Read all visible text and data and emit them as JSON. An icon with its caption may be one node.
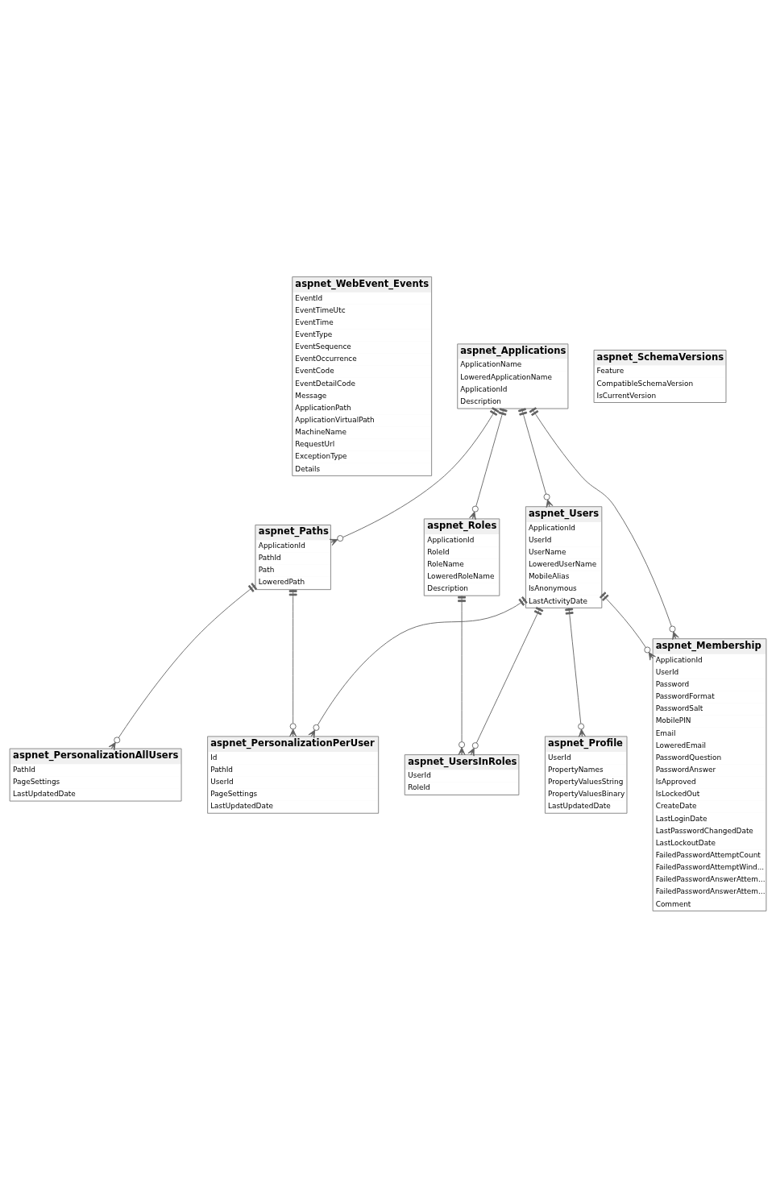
{
  "diagram": {
    "nodes": [
      {
        "text": [
          "aspnet_WebEvent_Events",
          "EventId",
          "EventTimeUtc",
          "EventTime",
          "EventType",
          "EventSequence",
          "EventOccurrence",
          "EventCode",
          "EventDetailCode",
          "Message",
          "ApplicationPath",
          "ApplicationVirtualPath",
          "MachineName",
          "RequestUrl",
          "ExceptionType",
          "Details"
        ]
      },
      {
        "text": [
          "aspnet_UsersInRoles",
          "UserId",
          "RoleId"
        ]
      },
      {
        "text": [
          "aspnet_SchemaVersions",
          "Feature",
          "CompatibleSchemaVersion",
          "IsCurrentVersion"
        ]
      },
      {
        "text": [
          "aspnet_Roles",
          "ApplicationId",
          "RoleId",
          "RoleName",
          "LoweredRoleName",
          "Description"
        ]
      },
      {
        "text": [
          "aspnet_PersonalizationPerUser",
          "Id",
          "PathId",
          "UserId",
          "PageSettings",
          "LastUpdatedDate"
        ]
      },
      {
        "text": [
          "aspnet_Users",
          "ApplicationId",
          "UserId",
          "UserName",
          "LoweredUserName",
          "MobileAlias",
          "IsAnonymous",
          "LastActivityDate"
        ]
      },
      {
        "text": [
          "aspnet_Applications",
          "ApplicationName",
          "LoweredApplicationName",
          "ApplicationId",
          "Description"
        ]
      },
      {
        "text": [
          "aspnet_Paths",
          "ApplicationId",
          "PathId",
          "Path",
          "LoweredPath"
        ]
      },
      {
        "text": [
          "aspnet_Profile",
          "UserId",
          "PropertyNames",
          "PropertyValuesString",
          "PropertyValuesBinary",
          "LastUpdatedDate"
        ]
      },
      {
        "text": [
          "aspnet_Membership",
          "ApplicationId",
          "UserId",
          "Password",
          "PasswordFormat",
          "PasswordSalt",
          "MobilePIN",
          "Email",
          "LoweredEmail",
          "PasswordQuestion",
          "PasswordAnswer",
          "IsApproved",
          "IsLockedOut",
          "CreateDate",
          "LastLoginDate",
          "LastPasswordChangedDate",
          "LastLockoutDate",
          "FailedPasswordAttemptCount",
          "FailedPasswordAttemptWind...",
          "FailedPasswordAnswerAttem...",
          "FailedPasswordAnswerAttem...",
          "Comment"
        ]
      },
      {
        "text": [
          "aspnet_PersonalizationAllUsers",
          "PathId",
          "PageSettings",
          "LastUpdatedDate"
        ]
      }
    ],
    "edges": [
      {
        "from": 5,
        "to": 1,
        "arrow": "other"
      },
      {
        "from": 3,
        "to": 1,
        "arrow": "other"
      },
      {
        "from": 6,
        "to": 3,
        "arrow": "other"
      },
      {
        "from": 5,
        "to": 4,
        "arrow": "other"
      },
      {
        "from": 7,
        "to": 4,
        "arrow": "other"
      },
      {
        "from": 6,
        "to": 5,
        "arrow": "other"
      },
      {
        "from": 5,
        "to": 9,
        "arrow": "other"
      },
      {
        "from": 6,
        "to": 7,
        "arrow": "other"
      },
      {
        "from": 6,
        "to": 9,
        "arrow": "other"
      },
      {
        "from": 5,
        "to": 8,
        "arrow": "other"
      },
      {
        "from": 7,
        "to": 10,
        "arrow": "other"
      }
    ]
  }
}
